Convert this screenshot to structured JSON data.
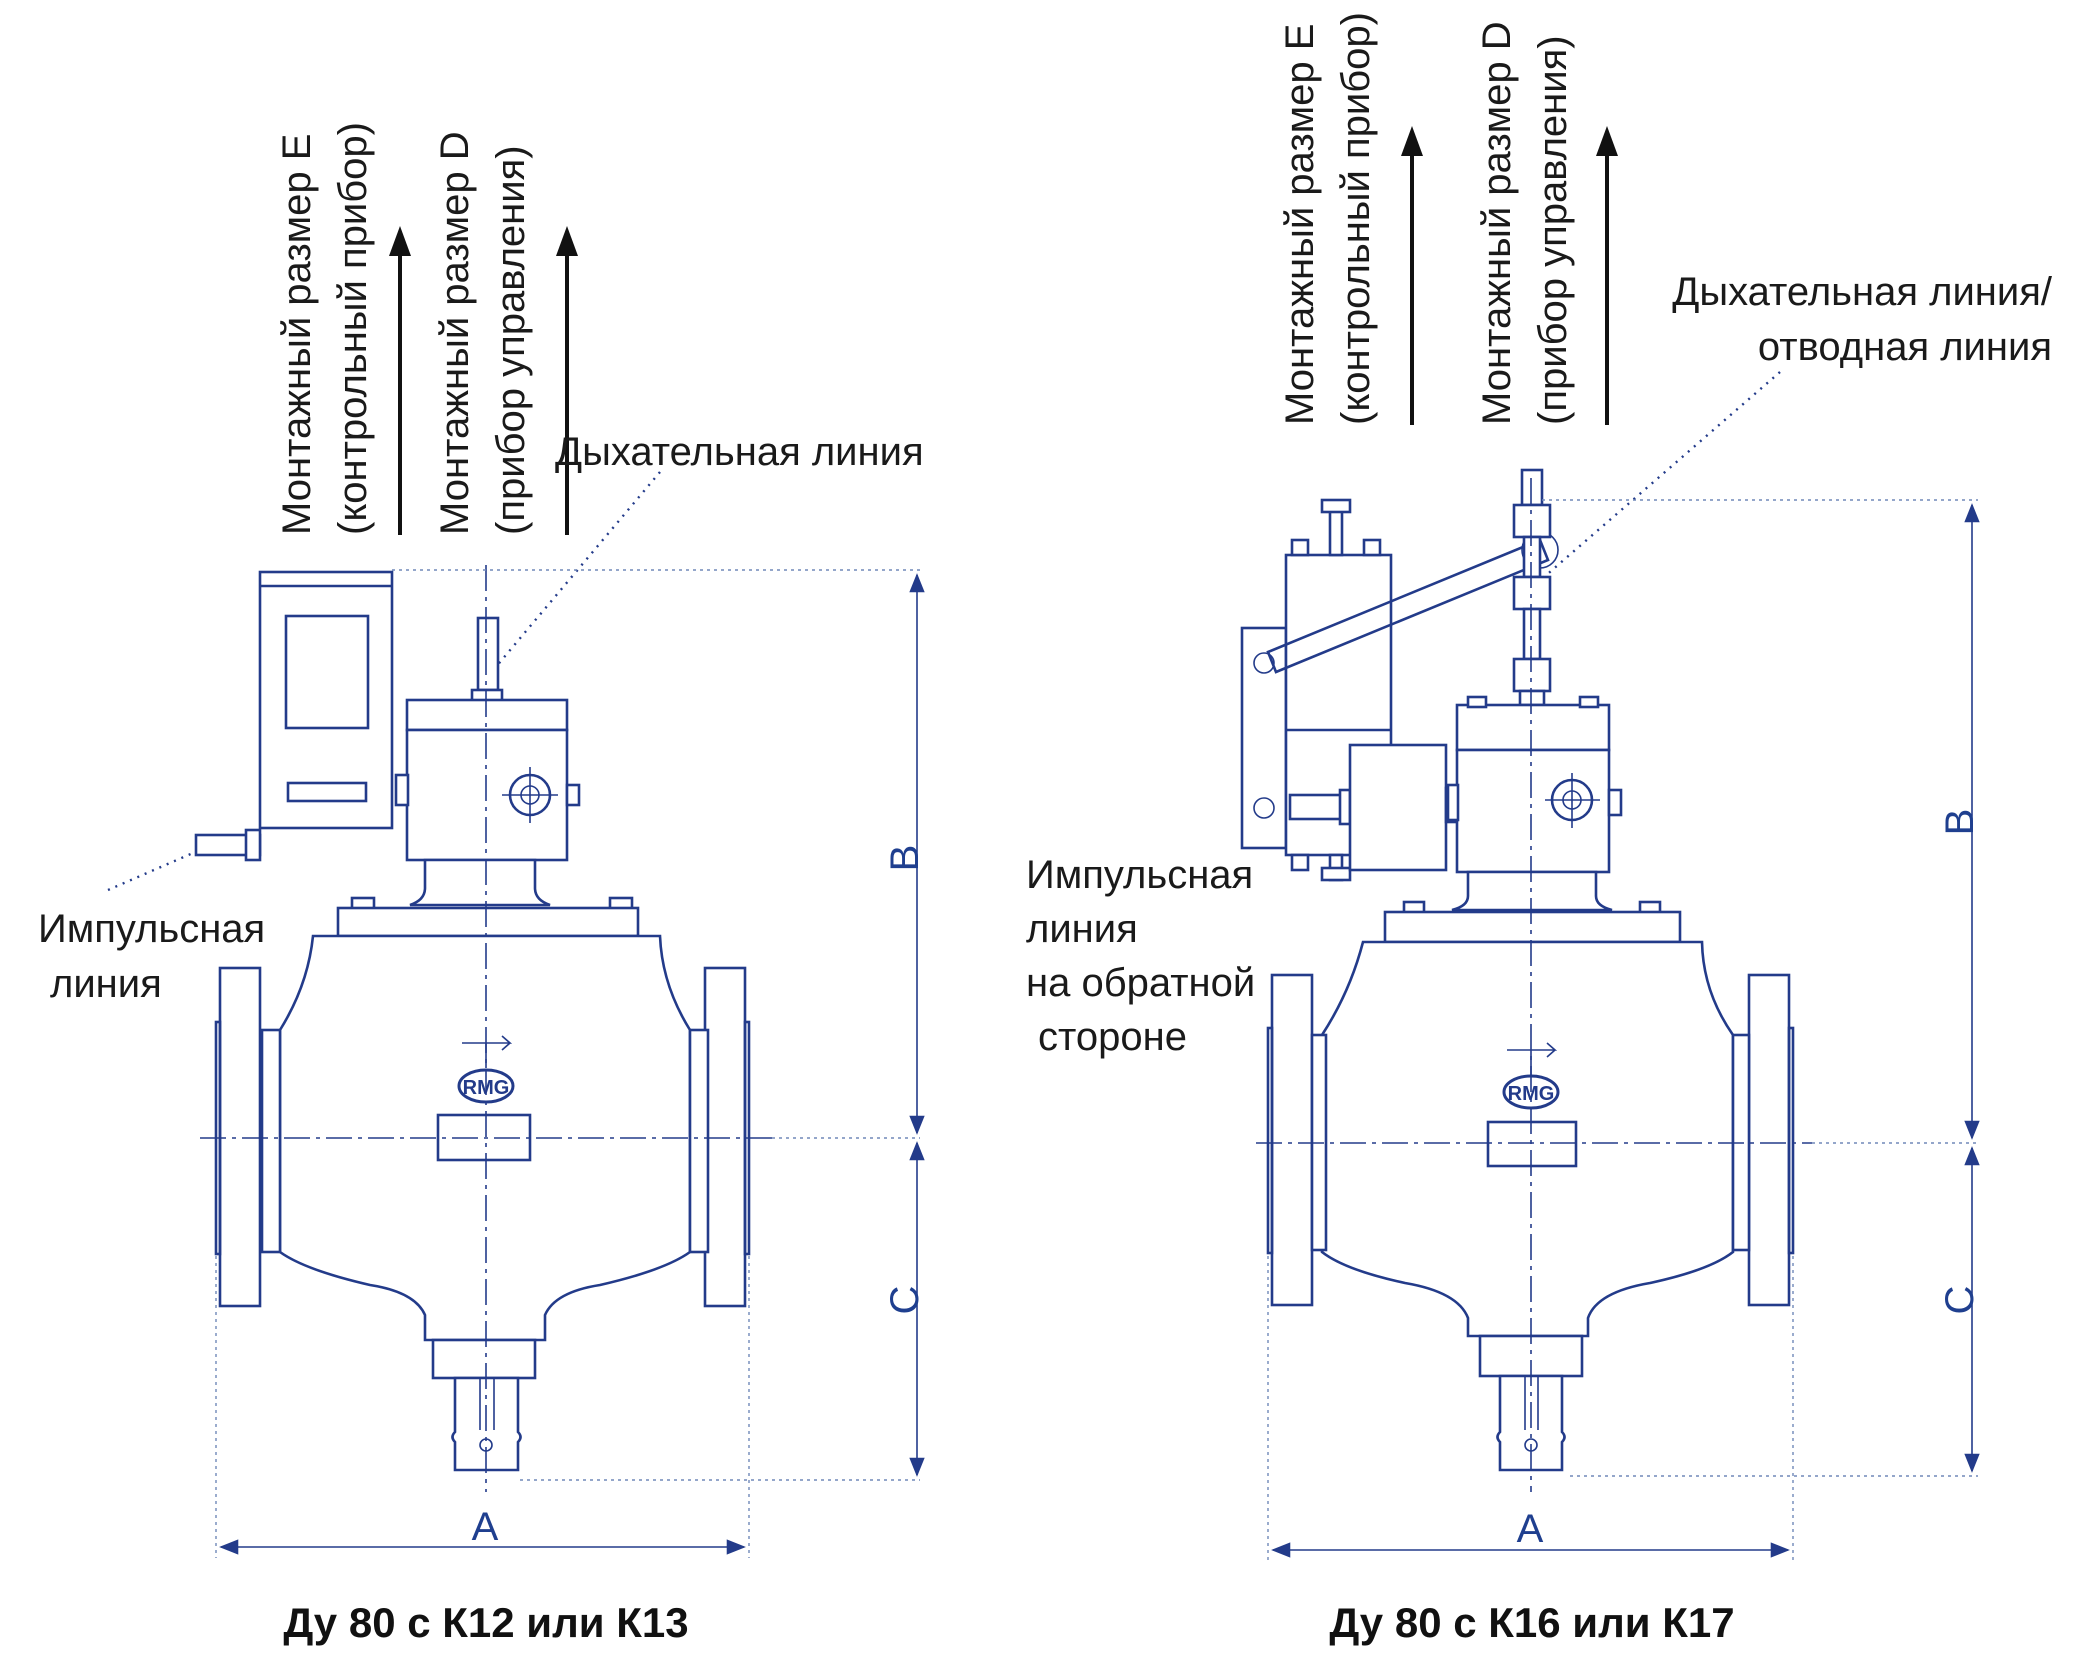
{
  "left": {
    "label_e": [
      "Монтажный размер Е",
      "(контрольный прибор)"
    ],
    "label_d": [
      "Монтажный размер D",
      "(прибор управления)"
    ],
    "breathing": "Дыхательная линия",
    "impulse": [
      "Импульсная",
      "линия"
    ],
    "dim_a": "A",
    "dim_b": "B",
    "dim_c": "C",
    "logo": "RMG",
    "caption": "Ду 80 с К12 или К13"
  },
  "right": {
    "label_e": [
      "Монтажный размер Е",
      "(контрольный прибор)"
    ],
    "label_d": [
      "Монтажный размер D",
      "(прибор управления)"
    ],
    "breathing": [
      "Дыхательная линия/",
      "отводная линия"
    ],
    "impulse": [
      "Импульсная",
      "линия",
      "на обратной",
      "стороне"
    ],
    "dim_a": "A",
    "dim_b": "B",
    "dim_c": "C",
    "logo": "RMG",
    "caption": "Ду 80 с К16 или К17"
  },
  "colors": {
    "line": "#233b8a",
    "text": "#1a1a1a"
  }
}
